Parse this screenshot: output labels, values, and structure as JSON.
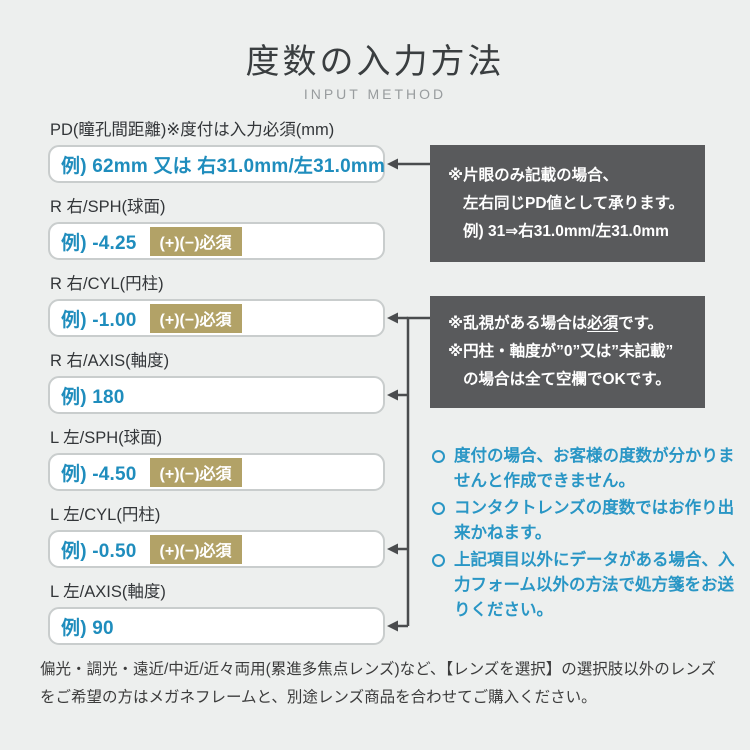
{
  "header": {
    "title": "度数の入力方法",
    "subtitle": "INPUT METHOD"
  },
  "fields": [
    {
      "label": "PD(瞳孔間距離)※度付は入力必須(mm)",
      "example": "例) 62mm 又は 右31.0mm/左31.0mm",
      "badge": ""
    },
    {
      "label": "R 右/SPH(球面)",
      "example": "例) -4.25",
      "badge": "(+)(−)必須"
    },
    {
      "label": "R 右/CYL(円柱)",
      "example": "例) -1.00",
      "badge": "(+)(−)必須"
    },
    {
      "label": "R 右/AXIS(軸度)",
      "example": "例) 180",
      "badge": ""
    },
    {
      "label": "L 左/SPH(球面)",
      "example": "例) -4.50",
      "badge": "(+)(−)必須"
    },
    {
      "label": "L 左/CYL(円柱)",
      "example": "例) -0.50",
      "badge": "(+)(−)必須"
    },
    {
      "label": "L 左/AXIS(軸度)",
      "example": "例) 90",
      "badge": ""
    }
  ],
  "pd_note": {
    "line1": "※片眼のみ記載の場合、",
    "line2": "左右同じPD値として承ります。",
    "line3": "例) 31⇒右31.0mm/左31.0mm"
  },
  "astig_note": {
    "line1_pre": "※乱視がある場合は",
    "line1_em": "必須",
    "line1_post": "です。",
    "line2": "※円柱・軸度が”0”又は”未記載”",
    "line3": "の場合は全て空欄でOKです。"
  },
  "notes": [
    "度付の場合、お客様の度数が分かりませんと作成できません。",
    "コンタクトレンズの度数ではお作り出来かねます。",
    "上記項目以外にデータがある場合、入力フォーム以外の方法で処方箋をお送りください。"
  ],
  "footer": "偏光・調光・遠近/中近/近々両用(累進多焦点レンズ)など、【レンズを選択】の選択肢以外のレンズをご希望の方はメガネフレームと、別途レンズ商品を合わせてご購入ください。",
  "colors": {
    "background": "#edefee",
    "accent_blue": "#1f8dbd",
    "note_teal": "#2996c5",
    "badge_gold": "#b2a267",
    "callout_gray": "#595a5c",
    "arrow_gray": "#4a4c4e"
  }
}
